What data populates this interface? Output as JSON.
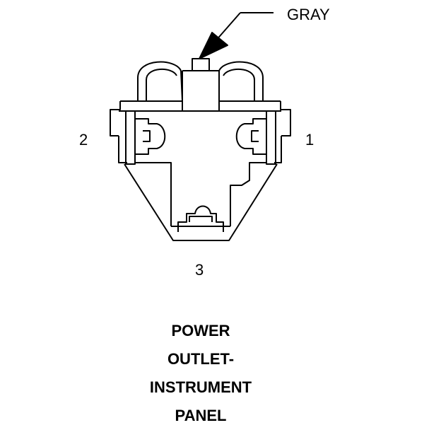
{
  "colors": {
    "line": "#000000",
    "background": "#ffffff"
  },
  "wire_label": "GRAY",
  "cavities": [
    "1",
    "2",
    "3"
  ],
  "caption": [
    "POWER",
    "OUTLET-",
    "INSTRUMENT",
    "PANEL"
  ]
}
